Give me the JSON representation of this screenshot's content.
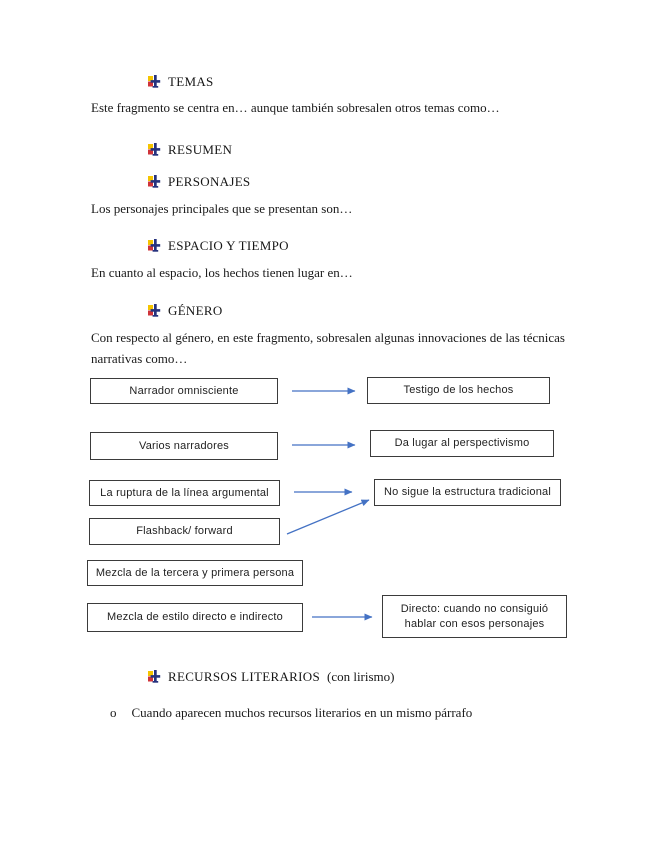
{
  "document": {
    "headings": [
      {
        "id": "temas",
        "label": "TEMAS"
      },
      {
        "id": "resumen",
        "label": "RESUMEN"
      },
      {
        "id": "personajes",
        "label": "PERSONAJES"
      },
      {
        "id": "espacio-y-tiempo",
        "label": "ESPACIO Y TIEMPO"
      },
      {
        "id": "genero",
        "label": "GÉNERO"
      },
      {
        "id": "recursos-literarios",
        "label": "RECURSOS LITERARIOS",
        "suffix": "(con lirismo)"
      }
    ],
    "paragraphs": [
      "Este fragmento se centra en…  aunque también sobresalen otros temas como…",
      "Los personajes principales que se presentan son…",
      "En cuanto al espacio, los hechos tienen lugar en…",
      "Con respecto al género, en este fragmento, sobresalen algunas innovaciones de las técnicas narrativas como…"
    ],
    "sub_bullet": {
      "marker": "o",
      "text": "Cuando aparecen muchos recursos literarios en un mismo párrafo"
    }
  },
  "diagram": {
    "left_boxes": [
      "Narrador omnisciente",
      "Varios narradores",
      "La ruptura de la línea argumental",
      "Flashback/ forward",
      "Mezcla de la tercera y primera persona",
      "Mezcla de estilo directo e indirecto"
    ],
    "right_boxes": [
      "Testigo de los hechos",
      "Da lugar al perspectivismo",
      "No sigue la estructura tradicional",
      "Directo: cuando no consiguió hablar con esos personajes"
    ],
    "arrow_color": "#4472C4",
    "box_border_color": "#3b3b3b"
  },
  "bullet_icon": {
    "name": "colored-arrow-bullet",
    "colors": {
      "navy": "#26327e",
      "yellow": "#f5c400",
      "red": "#cf3339"
    }
  }
}
